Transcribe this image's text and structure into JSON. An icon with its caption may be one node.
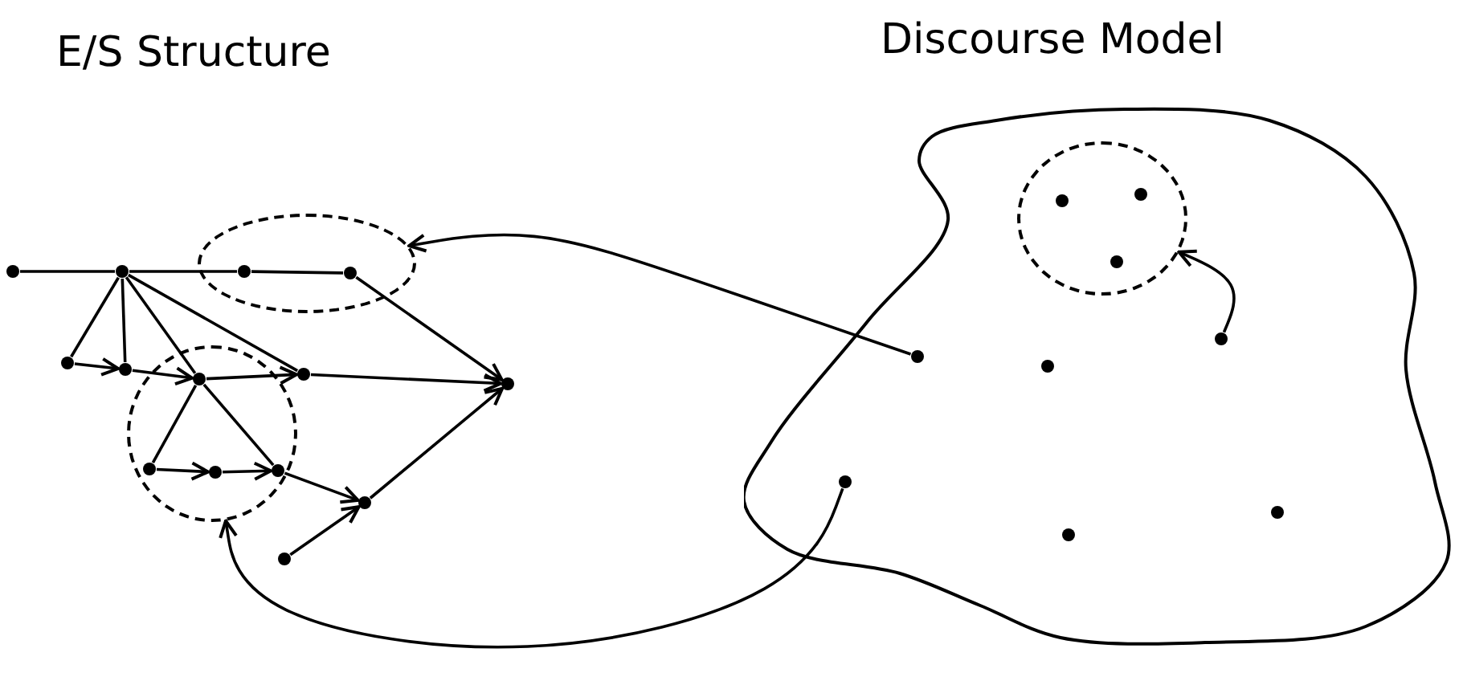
{
  "diagram": {
    "nodes": [
      {
        "text": [],
        "shape": "circle"
      },
      {
        "text": [],
        "shape": "circle"
      },
      {
        "text": [],
        "shape": "ellipse"
      },
      {
        "text": [],
        "shape": "circle",
        "in": 2
      },
      {
        "text": [],
        "shape": "circle",
        "in": 2
      },
      {
        "text": [],
        "shape": "circle"
      },
      {
        "text": [],
        "shape": "circle"
      },
      {
        "text": [],
        "shape": "ellipse"
      },
      {
        "text": [],
        "shape": "circle",
        "in": 7
      },
      {
        "text": [],
        "shape": "circle"
      },
      {
        "text": [],
        "shape": "circle"
      },
      {
        "text": [],
        "shape": "circle",
        "in": 7
      },
      {
        "text": [],
        "shape": "circle",
        "in": 7
      },
      {
        "text": [],
        "shape": "circle",
        "in": 7
      },
      {
        "text": [],
        "shape": "circle"
      },
      {
        "text": [],
        "shape": "circle"
      },
      {
        "text": [
          "Discourse Model"
        ]
      },
      {
        "text": [],
        "shape": "ellipse",
        "in": 16
      },
      {
        "text": [],
        "shape": "circle",
        "in": 17
      },
      {
        "text": [],
        "shape": "circle",
        "in": 17
      },
      {
        "text": [],
        "shape": "circle",
        "in": 17
      },
      {
        "text": [],
        "shape": "circle",
        "in": 16
      },
      {
        "text": [],
        "shape": "circle",
        "in": 16
      },
      {
        "text": [],
        "shape": "circle",
        "in": 16
      },
      {
        "text": [],
        "shape": "circle",
        "in": 16
      },
      {
        "text": [],
        "shape": "circle",
        "in": 16
      },
      {
        "text": [],
        "shape": "circle",
        "in": 16
      }
    ],
    "edges": [
      {
        "from": 0,
        "to": 1,
        "arrow": "none"
      },
      {
        "from": 1,
        "to": 3,
        "arrow": "none"
      },
      {
        "from": 3,
        "to": 4,
        "arrow": "none"
      },
      {
        "from": 1,
        "to": 5,
        "arrow": "none"
      },
      {
        "from": 1,
        "to": 6,
        "arrow": "none"
      },
      {
        "from": 1,
        "to": 8,
        "arrow": "none"
      },
      {
        "from": 1,
        "to": 9,
        "arrow": "none"
      },
      {
        "from": 8,
        "to": 11,
        "arrow": "none"
      },
      {
        "from": 8,
        "to": 13,
        "arrow": "none"
      },
      {
        "from": 5,
        "to": 6,
        "arrow": "to"
      },
      {
        "from": 6,
        "to": 8,
        "arrow": "to"
      },
      {
        "from": 8,
        "to": 9,
        "arrow": "to"
      },
      {
        "from": 11,
        "to": 12,
        "arrow": "to"
      },
      {
        "from": 12,
        "to": 13,
        "arrow": "to"
      },
      {
        "from": 4,
        "to": 10,
        "arrow": "to"
      },
      {
        "from": 9,
        "to": 10,
        "arrow": "to"
      },
      {
        "from": 13,
        "to": 14,
        "arrow": "to"
      },
      {
        "from": 15,
        "to": 14,
        "arrow": "to"
      },
      {
        "from": 14,
        "to": 10,
        "arrow": "to"
      },
      {
        "from": 21,
        "to": 2,
        "arrow": "to"
      },
      {
        "from": 24,
        "to": 7,
        "arrow": "to"
      },
      {
        "from": 23,
        "to": 17,
        "arrow": "to"
      }
    ],
    "labels": [
      "E/S Structure"
    ]
  }
}
